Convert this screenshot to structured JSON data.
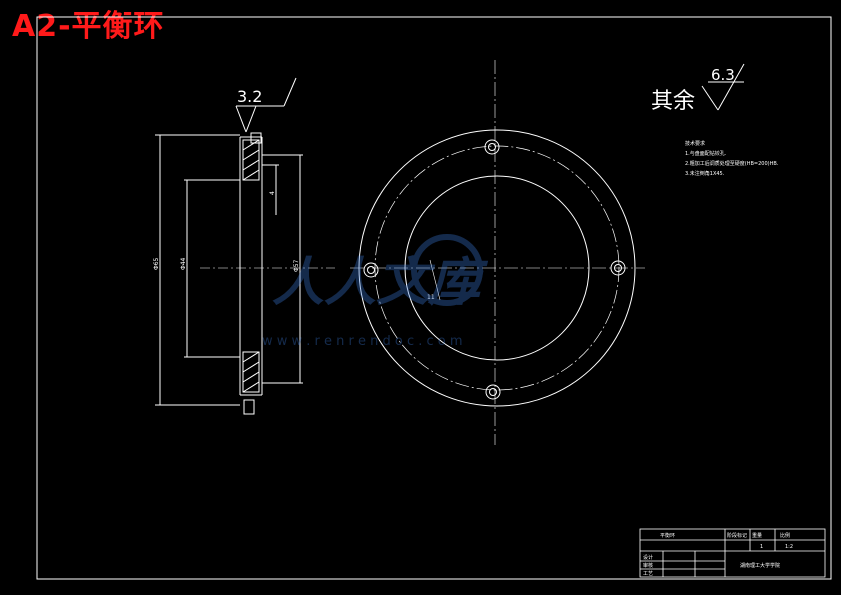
{
  "title": "A2-平衡环",
  "roughness": {
    "detail": "3.2",
    "general_label": "其余",
    "general_value": "6.3"
  },
  "notes": {
    "title": "技术要求",
    "lines": [
      "1.与盘面配钻铰孔.",
      "2.粗加工后调质处理至硬度(HB=200)HB.",
      "3.未注倒角1X45."
    ]
  },
  "watermark": {
    "text": "人人文库",
    "url": "w w w . r e n r e n d o c . c o m"
  },
  "title_block": {
    "part_name": "平衡环",
    "school": "湖南理工大学学院",
    "headers": [
      "阶段标记",
      "重量",
      "比例"
    ],
    "values": [
      "",
      "1",
      "1:2"
    ],
    "rows": [
      [
        "设计",
        "",
        "",
        ""
      ],
      [
        "审核",
        "",
        "",
        ""
      ],
      [
        "工艺",
        "",
        "",
        ""
      ]
    ]
  },
  "dimensions": {
    "outer_dia": "Φ65",
    "inner_dia": "Φ44",
    "bolt_circle": "Φ57",
    "width": "4",
    "hole": "11"
  }
}
